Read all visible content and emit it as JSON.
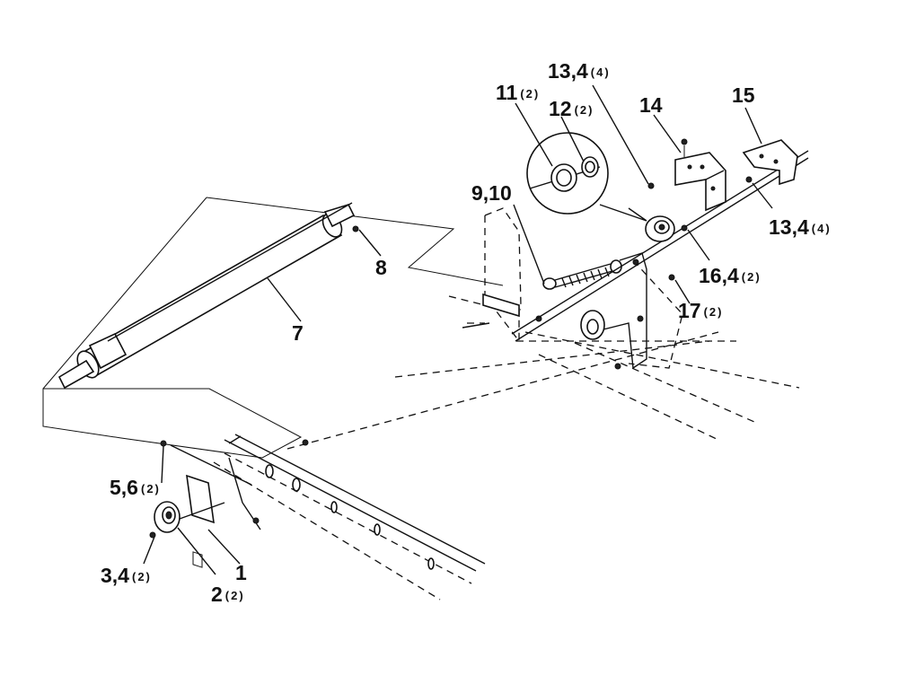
{
  "callouts": [
    {
      "id": "c1",
      "text": "1",
      "qty": ""
    },
    {
      "id": "c2",
      "text": "2",
      "qty": "(2)"
    },
    {
      "id": "c3",
      "text": "3,4",
      "qty": "(2)"
    },
    {
      "id": "c5",
      "text": "5,6",
      "qty": "(2)"
    },
    {
      "id": "c7",
      "text": "7",
      "qty": ""
    },
    {
      "id": "c8",
      "text": "8",
      "qty": ""
    },
    {
      "id": "c9",
      "text": "9,10",
      "qty": ""
    },
    {
      "id": "c11",
      "text": "11",
      "qty": "(2)"
    },
    {
      "id": "c12",
      "text": "12",
      "qty": "(2)"
    },
    {
      "id": "c13a",
      "text": "13,4",
      "qty": "(4)"
    },
    {
      "id": "c13b",
      "text": "13,4",
      "qty": "(4)"
    },
    {
      "id": "c14",
      "text": "14",
      "qty": ""
    },
    {
      "id": "c15",
      "text": "15",
      "qty": ""
    },
    {
      "id": "c16",
      "text": "16,4",
      "qty": "(2)"
    },
    {
      "id": "c17",
      "text": "17",
      "qty": "(2)"
    }
  ],
  "colors": {
    "ink": "#111111",
    "paper": "#ffffff"
  }
}
